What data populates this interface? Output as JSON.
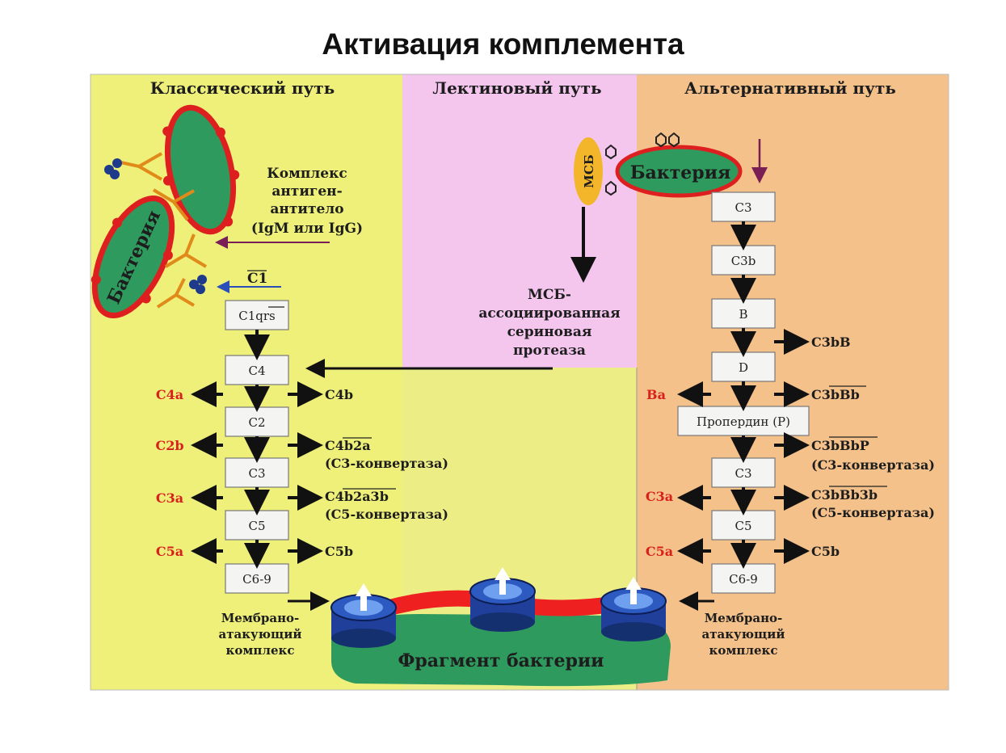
{
  "title": "Активация комплемента",
  "colors": {
    "classical_bg": "#eef07a",
    "lectin_bg": "#f4c6ee",
    "alternative_bg": "#f5c18a",
    "bacteria_fill": "#2f9a5e",
    "bacteria_outline": "#dd1f1f",
    "msb": "#f3b52a",
    "mac_ring": "#1f3f9a",
    "red_text": "#d8201c"
  },
  "headers": {
    "classical": "Классический путь",
    "lectin": "Лектиновый путь",
    "alternative": "Альтернативный путь"
  },
  "classical": {
    "bacteria_label": "Бактерия",
    "complex_lines": [
      "Комплекс",
      "антиген-",
      "антитело",
      "(IgM или IgG)"
    ],
    "c1_label": "C1",
    "steps": [
      "C1qrs",
      "C4",
      "C2",
      "C3",
      "C5",
      "C6-9"
    ],
    "left_products": [
      "C4a",
      "C2b",
      "C3a",
      "C5a"
    ],
    "right_products": [
      "C4b",
      "C4b2a",
      "(C3-конвертаза)",
      "C4b2a3b",
      "(C5-конвертаза)",
      "C5b"
    ],
    "mac_lines": [
      "Мембрано-",
      "атакующий",
      "комплекс"
    ]
  },
  "lectin": {
    "msb_label": "МСБ",
    "bacteria_label": "Бактерия",
    "protease_lines": [
      "МСБ-",
      "ассоциированная",
      "сериновая",
      "протеаза"
    ]
  },
  "alternative": {
    "steps": [
      "C3",
      "C3b",
      "B",
      "D",
      "Пропердин (P)",
      "C3",
      "C5",
      "C6-9"
    ],
    "right_products": [
      "C3bB",
      "C3bBb",
      "C3bBbP",
      "(C3-конвертаза)",
      "C3bBb3b",
      "(C5-конвертаза)",
      "C5b"
    ],
    "left_products": [
      "Ba",
      "C3a",
      "C5a"
    ],
    "mac_lines": [
      "Мембрано-",
      "атакующий",
      "комплекс"
    ]
  },
  "fragment_label": "Фрагмент бактерии"
}
